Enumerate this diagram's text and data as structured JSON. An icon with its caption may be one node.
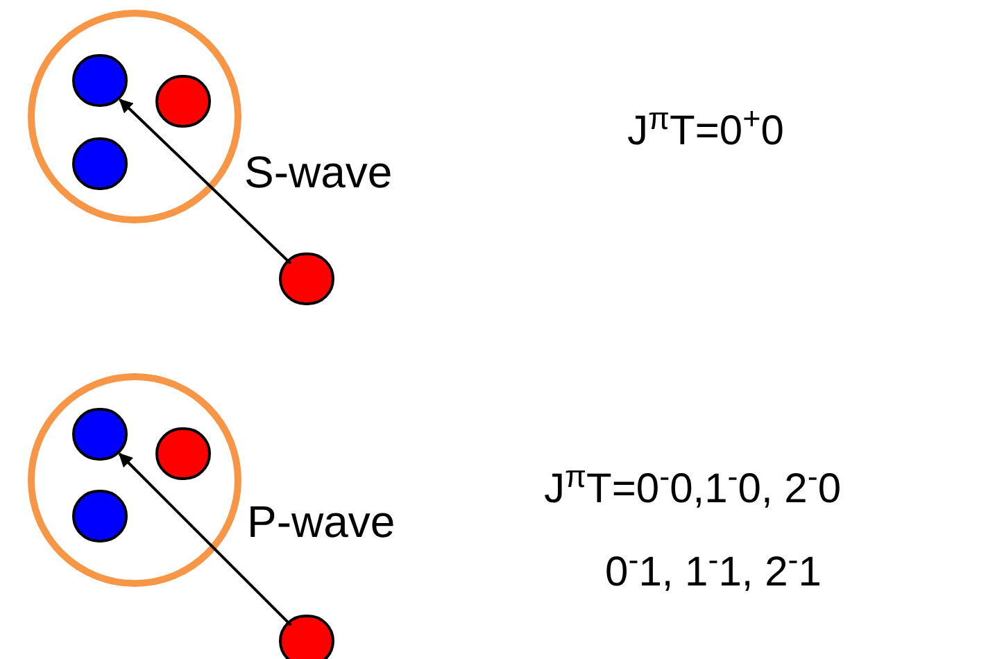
{
  "diagram": {
    "nodes": [
      {
        "text": [],
        "shape": "circle"
      },
      {
        "text": [],
        "shape": "circle",
        "in": 0
      },
      {
        "text": [],
        "shape": "circle",
        "in": 0
      },
      {
        "text": [],
        "shape": "circle",
        "in": 0
      },
      {
        "text": [],
        "shape": "circle"
      },
      {
        "text": [],
        "shape": "circle"
      },
      {
        "text": [],
        "shape": "circle",
        "in": 5
      },
      {
        "text": [],
        "shape": "circle",
        "in": 5
      },
      {
        "text": [],
        "shape": "circle",
        "in": 5
      },
      {
        "text": [],
        "shape": "circle"
      }
    ],
    "edges": [
      {
        "from": 4,
        "to": 1,
        "arrow": "to",
        "label": "S-wave"
      },
      {
        "from": 9,
        "to": 6,
        "arrow": "to",
        "label": "P-wave"
      }
    ],
    "labels": [
      "J$^{π}$T=0$^{+}$0",
      "J$^{π}$T=0$^{-}$0,1$^{-}$0, 2$^{-}$0",
      "0$^{-}$1, 1$^{-}$1, 2$^{-}$1"
    ]
  }
}
